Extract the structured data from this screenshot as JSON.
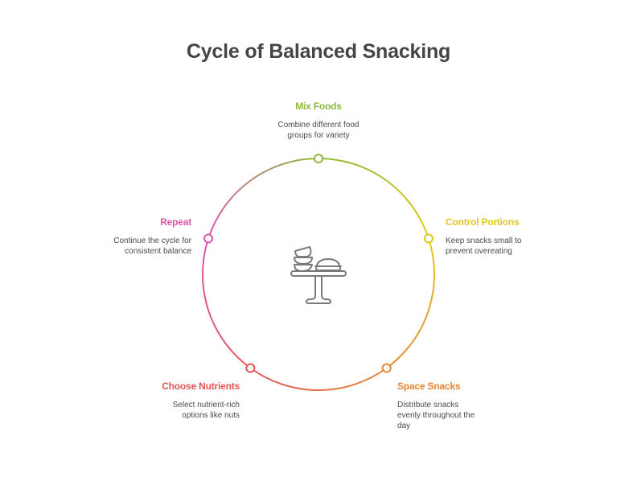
{
  "title": "Cycle of Balanced Snacking",
  "center_icon": "cake-stand-with-bowls-icon",
  "steps": [
    {
      "label": "Mix Foods",
      "description": "Combine different food groups for variety",
      "color": "#8DB93A"
    },
    {
      "label": "Control Portions",
      "description": "Keep snacks small to prevent overeating",
      "color": "#E2C81E"
    },
    {
      "label": "Space Snacks",
      "description": "Distribute snacks evenly throughout the day",
      "color": "#E38837"
    },
    {
      "label": "Choose Nutrients",
      "description": "Select nutrient-rich options like nuts",
      "color": "#E25555"
    },
    {
      "label": "Repeat",
      "description": "Continue the cycle for consistent balance",
      "color": "#DD56AE"
    }
  ]
}
